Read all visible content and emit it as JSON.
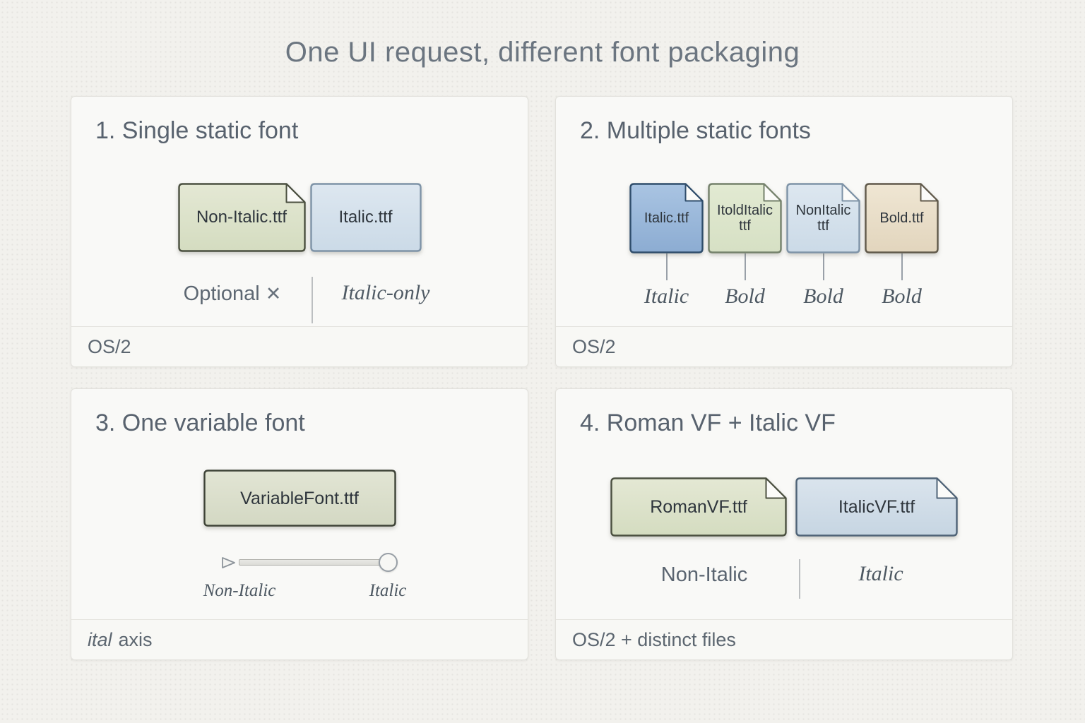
{
  "title": "One UI request, different font packaging",
  "palette": {
    "green": {
      "f1": "#e4e8d4",
      "f2": "#d4dcc0",
      "stroke": "#4b5040"
    },
    "green_soft": {
      "f1": "#e2ead2",
      "f2": "#d6e0c4",
      "stroke": "#74816b"
    },
    "sage": {
      "f1": "#e2e5d4",
      "f2": "#d3d8c3",
      "stroke": "#3e4337"
    },
    "blue": {
      "f1": "#a9c4e2",
      "f2": "#8cacd2",
      "stroke": "#2f4d6b"
    },
    "lightblue": {
      "f1": "#dde7f0",
      "f2": "#cbdae7",
      "stroke": "#7e93a7"
    },
    "steelblue": {
      "f1": "#dae4ed",
      "f2": "#c6d5e2",
      "stroke": "#4f6377"
    },
    "tan": {
      "f1": "#efe6d3",
      "f2": "#e2d5bd",
      "stroke": "#60594a"
    }
  },
  "panel1": {
    "heading": "1. Single static font",
    "files": [
      {
        "name": "Non-Italic.ttf"
      },
      {
        "name": "Italic.ttf"
      }
    ],
    "optional_label": "Optional",
    "x_mark": "✕",
    "italic_only_label": "Italic-only",
    "footer": "OS/2"
  },
  "panel2": {
    "heading": "2. Multiple static fonts",
    "files": [
      {
        "name": "Italic.ttf",
        "tag": "Italic"
      },
      {
        "name": "ItoldItalic ttf",
        "tag": "Bold"
      },
      {
        "name": "NonItalic ttf",
        "tag": "Bold"
      },
      {
        "name": "Bold.ttf",
        "tag": "Bold"
      }
    ],
    "footer": "OS/2"
  },
  "panel3": {
    "heading": "3. One variable font",
    "file": {
      "name": "VariableFont.ttf"
    },
    "axis_min_label": "Non-Italic",
    "axis_max_label": "Italic",
    "footer_axis_tag": "ital",
    "footer_rest": "axis"
  },
  "panel4": {
    "heading": "4. Roman VF + Italic VF",
    "files": [
      {
        "name": "RomanVF.ttf"
      },
      {
        "name": "ItalicVF.ttf"
      }
    ],
    "left_label": "Non-Italic",
    "right_label": "Italic",
    "footer": "OS/2 + distinct files"
  }
}
